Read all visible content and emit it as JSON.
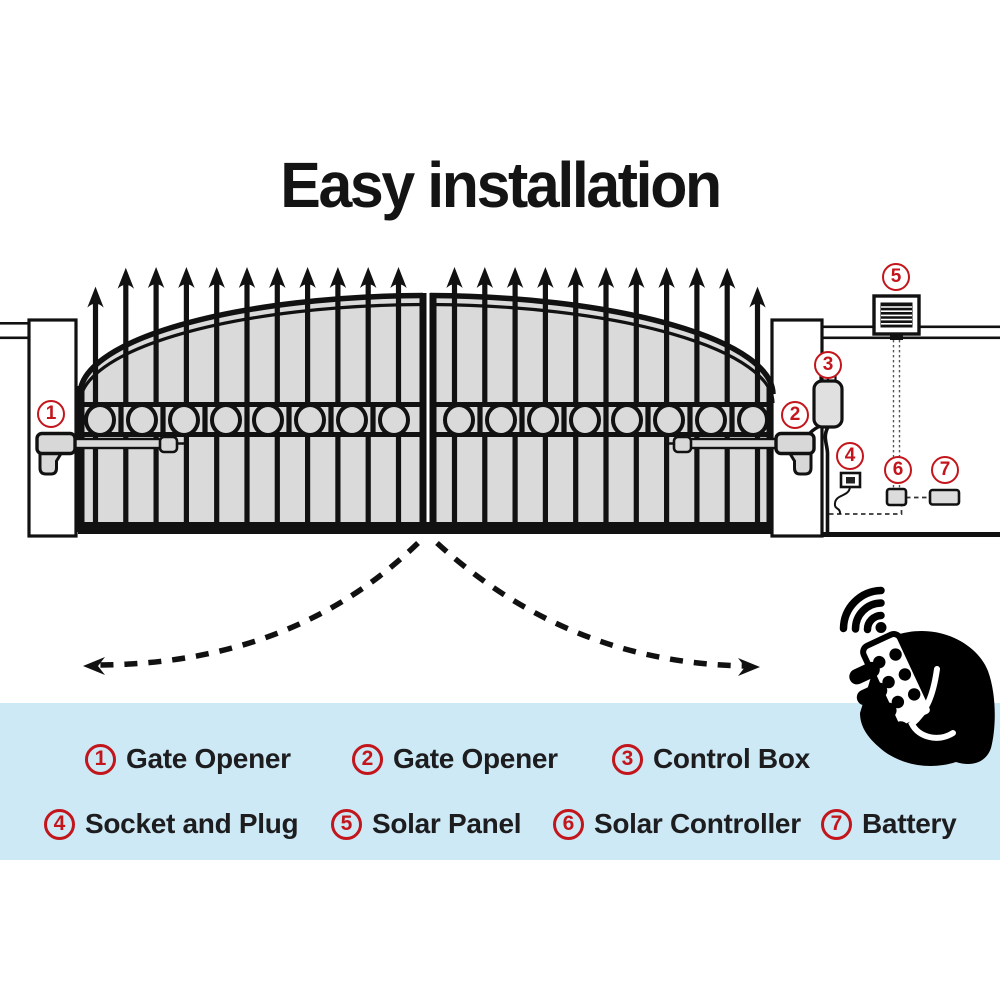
{
  "title": "Easy installation",
  "diagram": {
    "callouts": [
      {
        "num": "1"
      },
      {
        "num": "2"
      },
      {
        "num": "3"
      },
      {
        "num": "4"
      },
      {
        "num": "5"
      },
      {
        "num": "6"
      },
      {
        "num": "7"
      }
    ]
  },
  "legend": {
    "rows": [
      {
        "items": [
          {
            "num": "1",
            "label": "Gate Opener"
          },
          {
            "num": "2",
            "label": "Gate Opener"
          },
          {
            "num": "3",
            "label": "Control Box"
          }
        ]
      },
      {
        "items": [
          {
            "num": "4",
            "label": "Socket and Plug"
          },
          {
            "num": "5",
            "label": "Solar Panel"
          },
          {
            "num": "6",
            "label": "Solar Controller"
          },
          {
            "num": "7",
            "label": "Battery"
          }
        ]
      }
    ]
  },
  "icons": {
    "remote": "remote-control-in-hand-icon",
    "signal": "wireless-signal-icon",
    "solar_panel": "solar-panel-icon",
    "control_box": "control-box-icon",
    "socket": "socket-and-plug-icon",
    "battery": "battery-icon",
    "solar_controller": "solar-controller-icon",
    "gate": "double-swing-gate-illustration"
  },
  "colors": {
    "accent_red": "#c3161c",
    "legend_bg": "#cde9f5",
    "gate_gray": "#dadada",
    "device_gray": "#d8d8d8",
    "ink": "#141414"
  }
}
